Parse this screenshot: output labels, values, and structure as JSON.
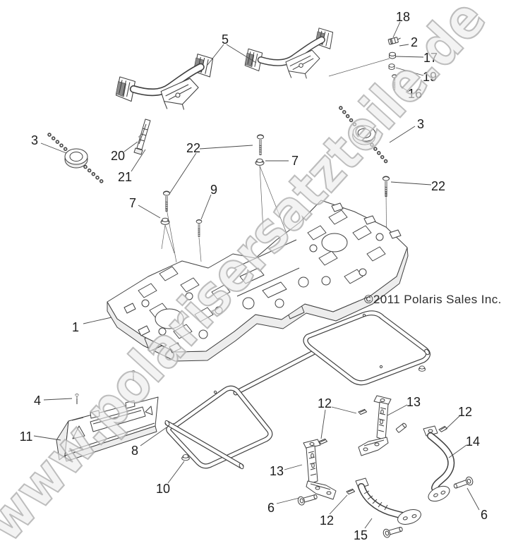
{
  "diagram": {
    "watermark": "www.polarisersatzteile.de",
    "copyright": "©2011 Polaris Sales Inc.",
    "labels": {
      "1": "1",
      "2": "2",
      "3": "3",
      "4": "4",
      "5": "5",
      "6": "6",
      "7": "7",
      "8": "8",
      "9": "9",
      "10": "10",
      "11": "11",
      "12": "12",
      "13": "13",
      "14": "14",
      "15": "15",
      "16": "16",
      "17": "17",
      "18": "18",
      "19": "19",
      "20": "20",
      "21": "21",
      "22": "22"
    },
    "colors": {
      "background": "#ffffff",
      "line": "#3f3f3f",
      "label_text": "#1c1c1c",
      "watermark_fill": "#ececec",
      "watermark_stroke": "#a9a9a9",
      "copyright_text": "#2e2e2e"
    }
  }
}
